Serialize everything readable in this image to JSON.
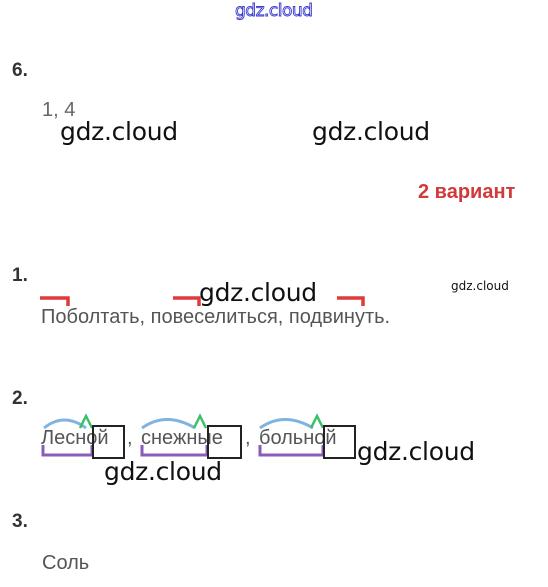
{
  "watermark_top": "gdz.cloud",
  "watermark": "gdz.cloud",
  "task6": {
    "number": "6.",
    "answer": "1, 4"
  },
  "variant_title": "2 вариант",
  "tasks": [
    {
      "number": "1.",
      "text": "Поболтать, повеселиться, подвинуть."
    },
    {
      "number": "2.",
      "words": [
        "Лесной",
        "снежные",
        "больной"
      ],
      "separator": ","
    },
    {
      "number": "3.",
      "text": "Соль"
    }
  ],
  "colors": {
    "variant": "#d03a3a",
    "prefix_mark": "#e03a3a",
    "root_arc": "#7fb3e0",
    "suffix_mark": "#3bbf6a",
    "base_line": "#8a5cb8"
  }
}
